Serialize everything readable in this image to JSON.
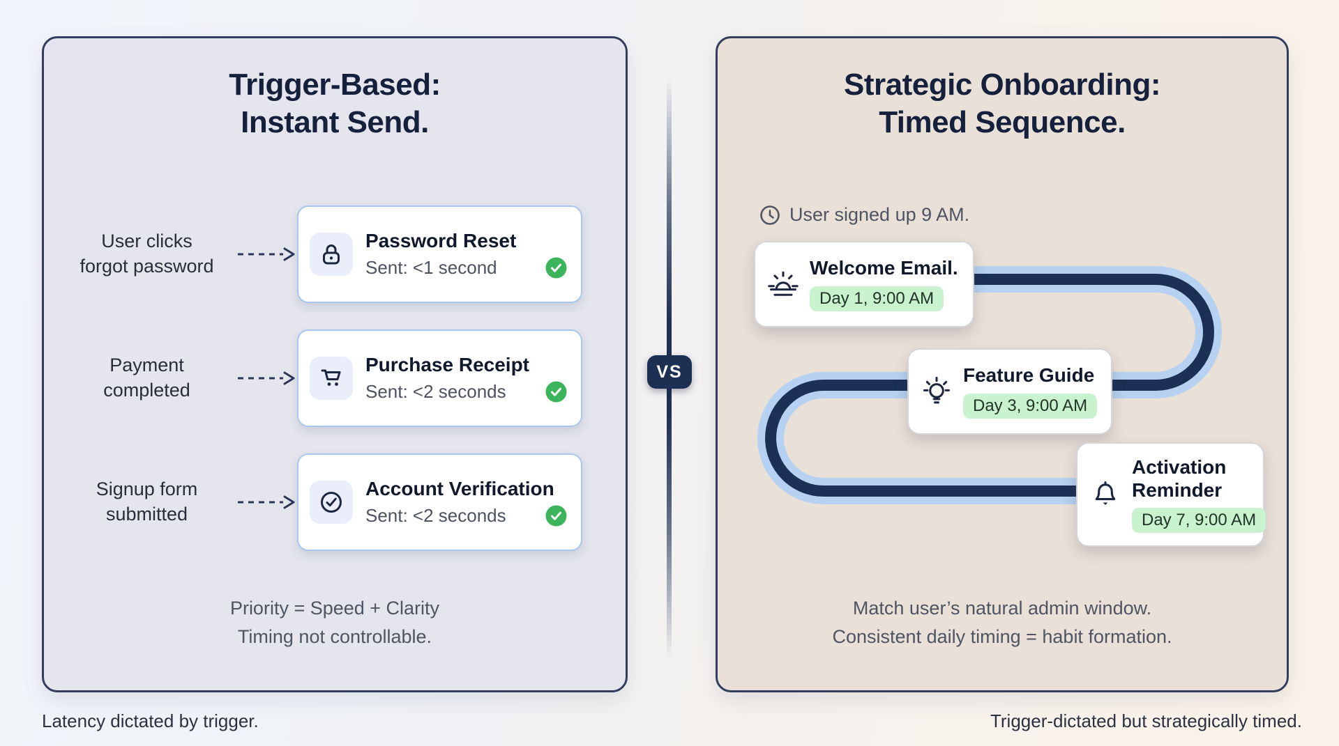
{
  "left_panel": {
    "title_line1": "Trigger-Based:",
    "title_line2": "Instant Send.",
    "rows": [
      {
        "trigger_line1": "User clicks",
        "trigger_line2": "forgot password",
        "icon": "lock-icon",
        "email": "Password Reset",
        "sent": "Sent: <1 second",
        "status_icon": "success-check-icon"
      },
      {
        "trigger_line1": "Payment",
        "trigger_line2": "completed",
        "icon": "cart-icon",
        "email": "Purchase Receipt",
        "sent": "Sent: <2 seconds",
        "status_icon": "success-check-icon"
      },
      {
        "trigger_line1": "Signup form",
        "trigger_line2": "submitted",
        "icon": "check-circle-icon",
        "email": "Account Verification",
        "sent": "Sent: <2 seconds",
        "status_icon": "success-check-icon"
      }
    ],
    "summary_line1": "Priority = Speed + Clarity",
    "summary_line2": "Timing not controllable.",
    "caption": "Latency dictated by trigger."
  },
  "divider": {
    "vs_label": "VS"
  },
  "right_panel": {
    "title_line1": "Strategic Onboarding:",
    "title_line2": "Timed Sequence.",
    "signup_note": "User signed up 9 AM.",
    "steps": [
      {
        "icon": "sunrise-icon",
        "title": "Welcome Email.",
        "time": "Day 1, 9:00 AM"
      },
      {
        "icon": "lightbulb-icon",
        "title": "Feature Guide",
        "time": "Day 3, 9:00 AM"
      },
      {
        "icon": "bell-icon",
        "title": "Activation Reminder",
        "time": "Day 7, 9:00 AM"
      }
    ],
    "summary_line1": "Match user’s natural admin window.",
    "summary_line2": "Consistent daily timing = habit formation.",
    "caption": "Trigger-dictated but strategically timed."
  },
  "colors": {
    "navy": "#1d3054",
    "panel_border": "#333e5e",
    "left_panel_bg": "#e4e5ed",
    "right_panel_bg": "#e9e1d8",
    "card_border_blue": "#a7c7ee",
    "path_core": "#1b3054",
    "path_casing": "#b6d1f1",
    "success_green": "#3bb45c",
    "pill_green": "#c9f2cf"
  }
}
